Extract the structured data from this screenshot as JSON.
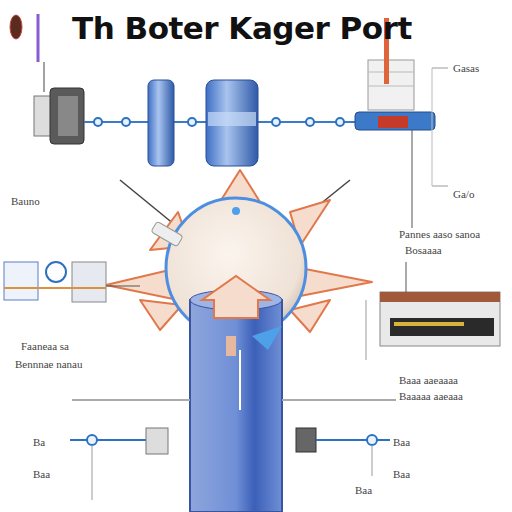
{
  "diagram": {
    "title": "Th Boter Kager Port",
    "labels": [
      "Gasas",
      "Ga/o",
      "Bauno",
      "Pannes aaso sanoa",
      "Bosaaaa",
      "Faaneaa sa",
      "Bennnae nanau",
      "Baaa aaeaaaa",
      "Baaaaa aaeaaa",
      "Ba",
      "Baa",
      "Baa",
      "Baa",
      "Baa"
    ]
  }
}
